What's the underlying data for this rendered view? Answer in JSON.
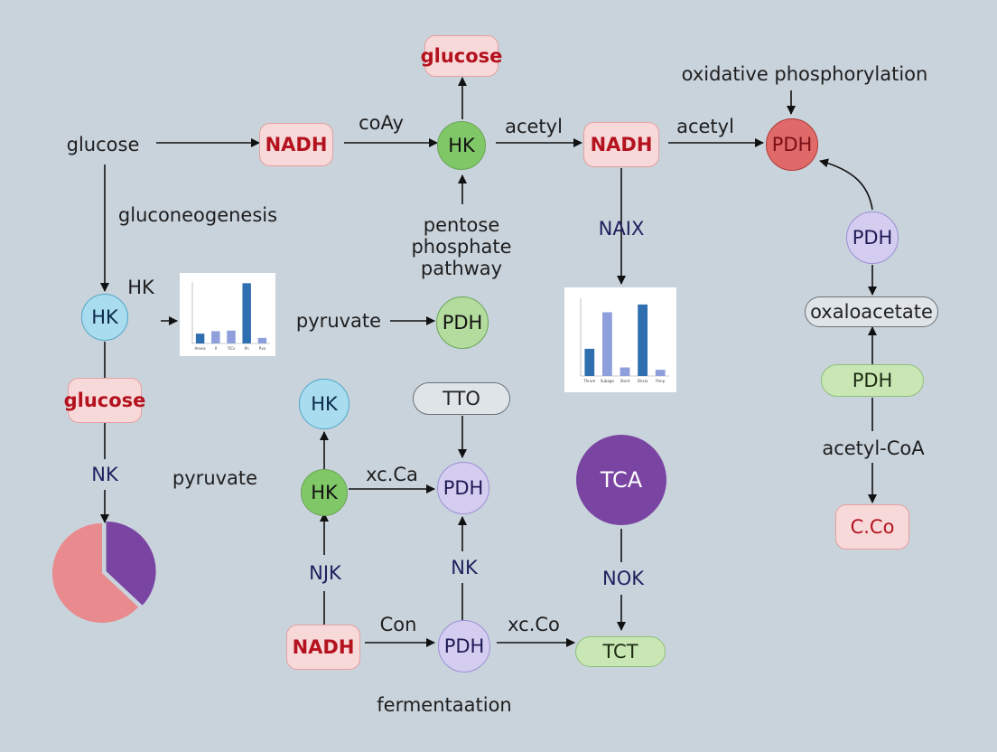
{
  "labels": {
    "glucose_start": "glucose",
    "oxidative_phosphorylation": "oxidative phosphorylation",
    "coay": "coAy",
    "acetyl_1": "acetyl",
    "acetyl_2": "acetyl",
    "gluconeogenesis": "gluconeogenesis",
    "hk_side": "HK",
    "pentose_phosphate_pathway": "pentose\nphosphate\npathway",
    "naix": "NAIX",
    "pyruvate_mid": "pyruvate",
    "nk_left": "NK",
    "pyruvate_left": "pyruvate",
    "xcca": "xc.Ca",
    "njk": "NJK",
    "nk_center": "NK",
    "nok": "NOK",
    "con": "Con",
    "xcco": "xc.Co",
    "fermentation": "fermentaation",
    "acetyl_coa": "acetyl-CoA"
  },
  "nodes": {
    "glucose_top": "glucose",
    "nadh_top_left": "NADH",
    "hk_top": "HK",
    "nadh_top_right": "NADH",
    "pdh_top_right": "PDH",
    "hk_left": "HK",
    "pdh_mid": "PDH",
    "pdh_right": "PDH",
    "oxaloacetate": "oxaloacetate",
    "pdh_right_green": "PDH",
    "glucose_left": "glucose",
    "hk_blue_center": "HK",
    "tto": "TTO",
    "hk_green_center": "HK",
    "pdh_center": "PDH",
    "tca": "TCA",
    "cco": "C.Co",
    "nadh_bottom": "NADH",
    "pdh_bottom": "PDH",
    "tct": "TCT"
  },
  "colors": {
    "background": "#c9d3dc",
    "bar_dark": "#2f6fb0",
    "bar_light": "#8e9fdb",
    "pie_pink": "#e88a8e",
    "pie_purple": "#7a44a3"
  },
  "chart_data": [
    {
      "type": "bar",
      "categories": [
        "Ameis",
        "II",
        "TICs",
        "Pn",
        "Pva"
      ],
      "values": [
        16,
        20,
        21,
        98,
        9
      ]
    },
    {
      "type": "bar",
      "categories": [
        "Thrum",
        "Subage",
        "Slord",
        "Dnxia",
        "Pxnp"
      ],
      "values": [
        35,
        82,
        11,
        92,
        8
      ]
    },
    {
      "type": "pie",
      "slices": [
        {
          "label": "",
          "value": 63,
          "color": "#e88a8e"
        },
        {
          "label": "",
          "value": 37,
          "color": "#7a44a3"
        }
      ]
    }
  ]
}
